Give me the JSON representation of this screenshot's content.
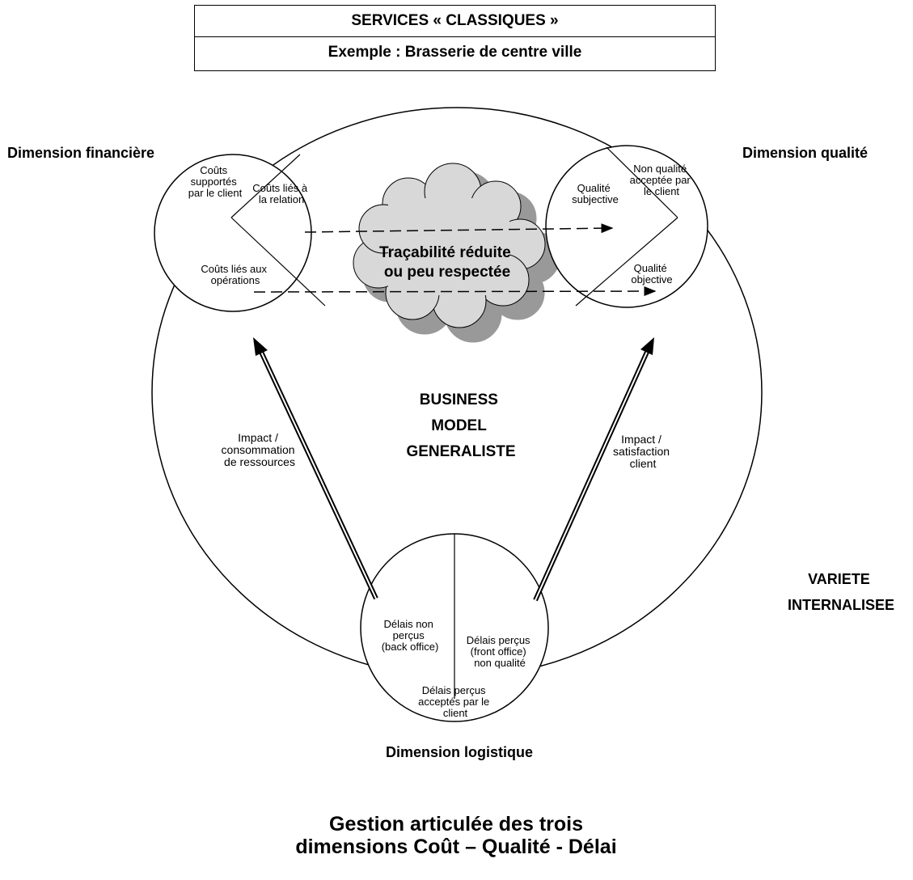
{
  "header": {
    "line1": "SERVICES « CLASSIQUES »",
    "line2": "Exemple : Brasserie de centre ville"
  },
  "labels": {
    "financial_dim": "Dimension financière",
    "quality_dim": "Dimension qualité",
    "logistic_dim": "Dimension logistique",
    "business_model": [
      "BUSINESS",
      "MODEL",
      "GENERALISTE"
    ],
    "variety": [
      "VARIETE",
      "INTERNALISEE"
    ],
    "impact_left": [
      "Impact /",
      "consommation",
      "de ressources"
    ],
    "impact_right": [
      "Impact /",
      "satisfaction",
      "client"
    ],
    "cloud": [
      "Traçabilité réduite",
      "ou peu respectée"
    ]
  },
  "financial_circle": {
    "supported": [
      "Coûts",
      "supportés",
      "par le client"
    ],
    "relation": [
      "Coûts liés à",
      "la relation"
    ],
    "operations": [
      "Coûts liés aux",
      "opérations"
    ]
  },
  "quality_circle": {
    "subjective": [
      "Qualité",
      "subjective"
    ],
    "non_quality": [
      "Non qualité",
      "acceptée par",
      "le client"
    ],
    "objective": [
      "Qualité",
      "objective"
    ]
  },
  "logistic_circle": {
    "non_perceived": [
      "Délais non",
      "perçus",
      "(back office)"
    ],
    "perceived": [
      "Délais perçus",
      "(front office)",
      "non qualité"
    ],
    "accepted": [
      "Délais perçus",
      "acceptés par le",
      "client"
    ]
  },
  "footer": {
    "line1": "Gestion articulée des trois",
    "line2": "dimensions Coût – Qualité - Délai"
  }
}
